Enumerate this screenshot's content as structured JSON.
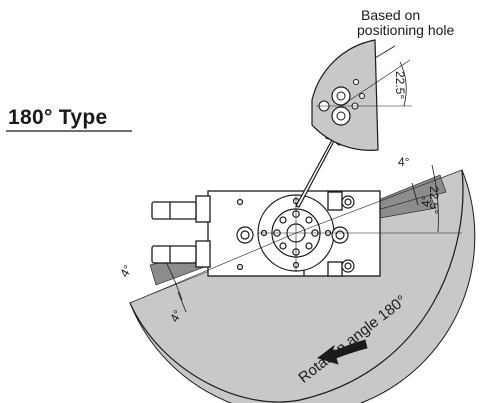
{
  "labels": {
    "type_title": "180° Type",
    "note_line1": "Based on",
    "note_line2": "positioning hole",
    "rotation": "Rotation angle 180°"
  },
  "dimensions": {
    "detail_angle": "22.5°",
    "top_gap": "4°",
    "mid_gap": "4°",
    "right_angle": "22.5°",
    "left_gap_a": "4°",
    "left_gap_b": "4°"
  },
  "colors": {
    "sector_fill": "#c8c8c8",
    "dark_wedge": "#8c8c8c",
    "line": "#1a1a1a"
  }
}
